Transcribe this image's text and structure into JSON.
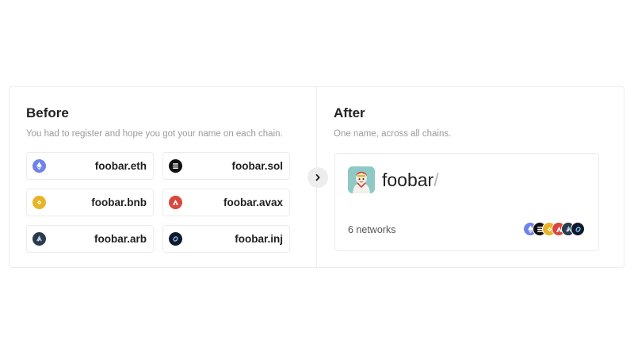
{
  "before": {
    "title": "Before",
    "subtitle": "You had to register and hope you got your name on each chain.",
    "names": [
      {
        "chain_icon": "ethereum-icon",
        "label": "foobar.eth",
        "color": "#6f84e8"
      },
      {
        "chain_icon": "solana-icon",
        "label": "foobar.sol",
        "color": "#111111"
      },
      {
        "chain_icon": "bnb-icon",
        "label": "foobar.bnb",
        "color": "#e8b426"
      },
      {
        "chain_icon": "avalanche-icon",
        "label": "foobar.avax",
        "color": "#d9473d"
      },
      {
        "chain_icon": "arbitrum-icon",
        "label": "foobar.arb",
        "color": "#2c3a4b"
      },
      {
        "chain_icon": "injective-icon",
        "label": "foobar.inj",
        "color": "#0f1a2e"
      }
    ]
  },
  "after": {
    "title": "After",
    "subtitle": "One name, across all chains.",
    "handle": "foobar",
    "handle_suffix": "/",
    "networks_label": "6 networks"
  },
  "arrow_icon": "chevron-right-icon"
}
